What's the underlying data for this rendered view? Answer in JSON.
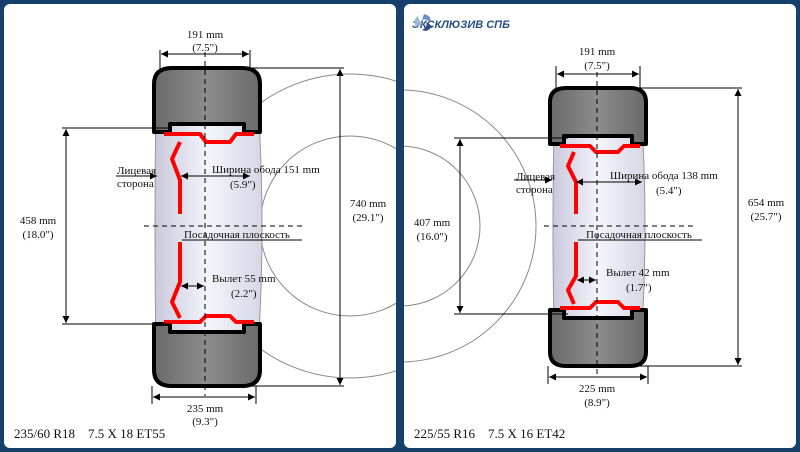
{
  "brand": {
    "name": "ЭКСКЛЮЗИВ СПБ",
    "logo_icon": "swirl-emblem-icon"
  },
  "colors": {
    "frame": "#16406b",
    "rim": "#ff0000",
    "tire": "#555555",
    "line": "#000000"
  },
  "left": {
    "caption": "235/60 R18    7.5 X 18 ET55",
    "top_width_mm": "191 mm",
    "top_width_in": "(7.5\")",
    "rim_dia_mm": "458 mm",
    "rim_dia_in": "(18.0\")",
    "face_side_1": "Лицевая",
    "face_side_2": "сторона",
    "rim_width": "Ширина обода 151 mm",
    "rim_width_in": "(5.9\")",
    "mount_plane": "Посадочная плоскость",
    "offset": "Вылет 55 mm",
    "offset_in": "(2.2\")",
    "outer_dia_mm": "740 mm",
    "outer_dia_in": "(29.1\")",
    "tread_mm": "235 mm",
    "tread_in": "(9.3\")"
  },
  "right": {
    "caption": "225/55 R16    7.5 X 16 ET42",
    "top_width_mm": "191 mm",
    "top_width_in": "(7.5\")",
    "rim_dia_mm": "407 mm",
    "rim_dia_in": "(16.0\")",
    "face_side_1": "Лицевая",
    "face_side_2": "сторона",
    "rim_width": "Ширина обода 138 mm",
    "rim_width_in": "(5.4\")",
    "mount_plane": "Посадочная плоскость",
    "offset": "Вылет 42 mm",
    "offset_in": "(1.7\")",
    "outer_dia_mm": "654 mm",
    "outer_dia_in": "(25.7\")",
    "tread_mm": "225 mm",
    "tread_in": "(8.9\")"
  }
}
